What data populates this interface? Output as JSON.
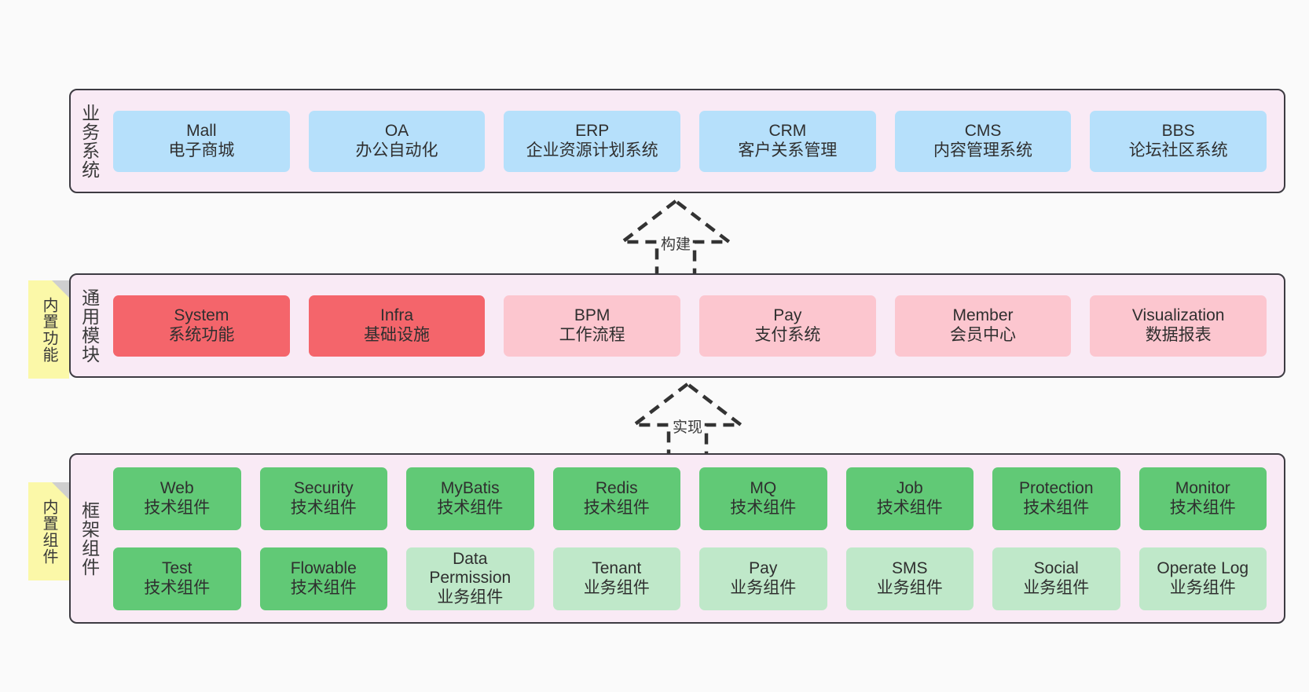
{
  "diagram": {
    "background_color": "#fafafa",
    "layer_fill": "#f9eaf5",
    "layer_border": "#3d3b42",
    "note_color": "#fbf8a8"
  },
  "layers": [
    {
      "id": "business",
      "title": "业务系统",
      "color": "#b6e0fb",
      "rows": [
        {
          "nodes": [
            {
              "en": "Mall",
              "cn": "电子商城",
              "style": "blue"
            },
            {
              "en": "OA",
              "cn": "办公自动化",
              "style": "blue"
            },
            {
              "en": "ERP",
              "cn": "企业资源计划系统",
              "style": "blue"
            },
            {
              "en": "CRM",
              "cn": "客户关系管理",
              "style": "blue"
            },
            {
              "en": "CMS",
              "cn": "内容管理系统",
              "style": "blue"
            },
            {
              "en": "BBS",
              "cn": "论坛社区系统",
              "style": "blue"
            }
          ]
        }
      ]
    },
    {
      "id": "modules",
      "title": "通用模块",
      "note": "内置功能",
      "rows": [
        {
          "nodes": [
            {
              "en": "System",
              "cn": "系统功能",
              "style": "red"
            },
            {
              "en": "Infra",
              "cn": "基础设施",
              "style": "red"
            },
            {
              "en": "BPM",
              "cn": "工作流程",
              "style": "pink"
            },
            {
              "en": "Pay",
              "cn": "支付系统",
              "style": "pink"
            },
            {
              "en": "Member",
              "cn": "会员中心",
              "style": "pink"
            },
            {
              "en": "Visualization",
              "cn": "数据报表",
              "style": "pink"
            }
          ]
        }
      ]
    },
    {
      "id": "framework",
      "title": "框架组件",
      "note": "内置组件",
      "rows": [
        {
          "nodes": [
            {
              "en": "Web",
              "cn": "技术组件",
              "style": "green"
            },
            {
              "en": "Security",
              "cn": "技术组件",
              "style": "green"
            },
            {
              "en": "MyBatis",
              "cn": "技术组件",
              "style": "green"
            },
            {
              "en": "Redis",
              "cn": "技术组件",
              "style": "green"
            },
            {
              "en": "MQ",
              "cn": "技术组件",
              "style": "green"
            },
            {
              "en": "Job",
              "cn": "技术组件",
              "style": "green"
            },
            {
              "en": "Protection",
              "cn": "技术组件",
              "style": "green"
            },
            {
              "en": "Monitor",
              "cn": "技术组件",
              "style": "green"
            }
          ]
        },
        {
          "nodes": [
            {
              "en": "Test",
              "cn": "技术组件",
              "style": "green"
            },
            {
              "en": "Flowable",
              "cn": "技术组件",
              "style": "green"
            },
            {
              "en": "Data Permission",
              "cn": "业务组件",
              "style": "lightgreen"
            },
            {
              "en": "Tenant",
              "cn": "业务组件",
              "style": "lightgreen"
            },
            {
              "en": "Pay",
              "cn": "业务组件",
              "style": "lightgreen"
            },
            {
              "en": "SMS",
              "cn": "业务组件",
              "style": "lightgreen"
            },
            {
              "en": "Social",
              "cn": "业务组件",
              "style": "lightgreen"
            },
            {
              "en": "Operate Log",
              "cn": "业务组件",
              "style": "lightgreen"
            }
          ]
        }
      ]
    }
  ],
  "notes": {
    "functions": "内置功能",
    "components": "内置组件"
  },
  "connectors": [
    {
      "id": "build",
      "label": "构建",
      "style": "dashed-hollow-arrow-up"
    },
    {
      "id": "impl",
      "label": "实现",
      "style": "dashed-hollow-arrow-up"
    }
  ]
}
